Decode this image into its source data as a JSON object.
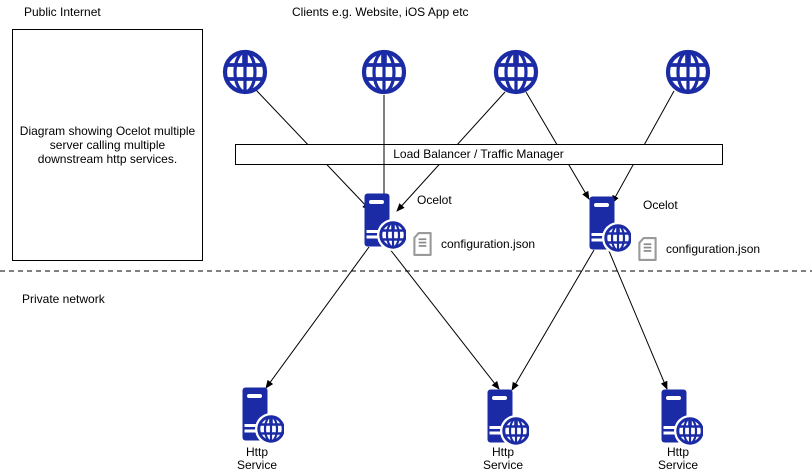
{
  "zones": {
    "public_internet_label": "Public Internet",
    "private_network_label": "Private network"
  },
  "description_box": {
    "text": "Diagram showing Ocelot multiple server calling multiple downstream http services."
  },
  "clients": {
    "title": "Clients e.g. Website, iOS App etc",
    "count": 4
  },
  "load_balancer": {
    "label": "Load Balancer / Traffic Manager"
  },
  "gateways": [
    {
      "label": "Ocelot",
      "config_file": "configuration.json"
    },
    {
      "label": "Ocelot",
      "config_file": "configuration.json"
    }
  ],
  "services": [
    {
      "label": "Http Service"
    },
    {
      "label": "Http Service"
    },
    {
      "label": "Http Service"
    }
  ],
  "connections": {
    "clients_to_gateways": [
      [
        1,
        1
      ],
      [
        2,
        1
      ],
      [
        3,
        1
      ],
      [
        3,
        2
      ],
      [
        4,
        2
      ]
    ],
    "gateways_to_services": [
      [
        1,
        1
      ],
      [
        1,
        2
      ],
      [
        2,
        2
      ],
      [
        2,
        3
      ]
    ]
  },
  "colors": {
    "icon_navy": "#1b2ba6",
    "doc_gray": "#9a9a9a",
    "line": "#000000"
  }
}
